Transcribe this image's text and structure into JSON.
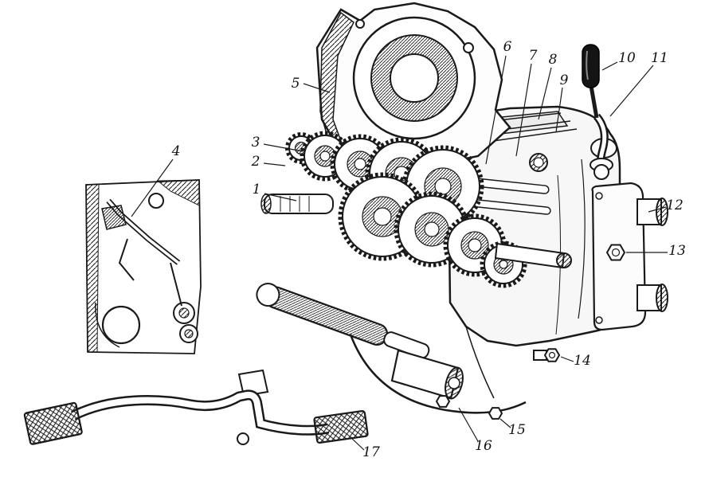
{
  "figure": {
    "kind": "cutaway-technical-illustration",
    "colors": {
      "ink": "#1a1a1a",
      "paper": "#ffffff",
      "knob_fill": "#141414"
    }
  },
  "callouts": [
    {
      "label": "1"
    },
    {
      "label": "2"
    },
    {
      "label": "3"
    },
    {
      "label": "4"
    },
    {
      "label": "5"
    },
    {
      "label": "6"
    },
    {
      "label": "7"
    },
    {
      "label": "8"
    },
    {
      "label": "9"
    },
    {
      "label": "10"
    },
    {
      "label": "11"
    },
    {
      "label": "12"
    },
    {
      "label": "13"
    },
    {
      "label": "14"
    },
    {
      "label": "15"
    },
    {
      "label": "16"
    },
    {
      "label": "17"
    }
  ]
}
